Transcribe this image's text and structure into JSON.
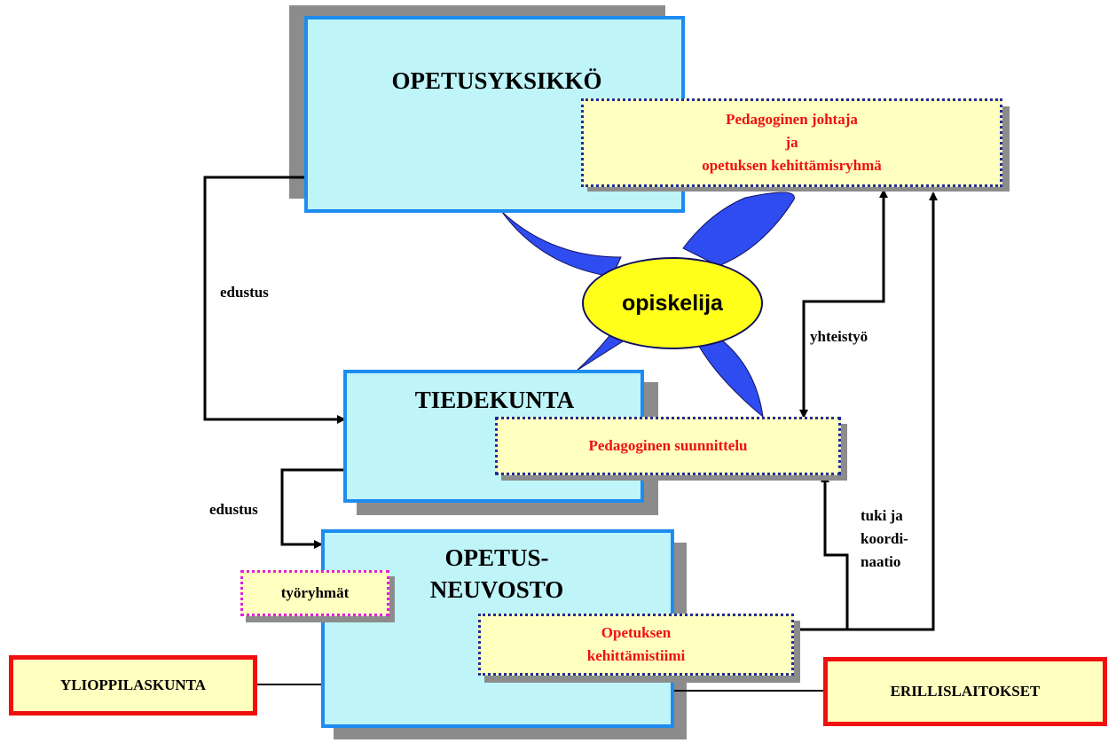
{
  "units": {
    "opetusyksikko": "OPETUSYKSIKKÖ",
    "tiedekunta": "TIEDEKUNTA",
    "opetusneuvosto_line1": "OPETUS-",
    "opetusneuvosto_line2": "NEUVOSTO"
  },
  "notes": {
    "pedagoginen_johtaja": [
      "Pedagoginen johtaja",
      "ja",
      "opetuksen kehittämisryhmä"
    ],
    "pedagoginen_suunnittelu": "Pedagoginen suunnittelu",
    "kehittamistiimi": [
      "Opetuksen",
      "kehittämistiimi"
    ],
    "tyoryhmat": "työryhmät"
  },
  "center": {
    "label": "opiskelija"
  },
  "external": {
    "ylioppilaskunta": "YLIOPPILASKUNTA",
    "erillislaitokset": "ERILLISLAITOKSET"
  },
  "connectors": {
    "edustus_top": "edustus",
    "edustus_bottom": "edustus",
    "yhteistyo": "yhteistyö",
    "tuki_line1": "tuki ja",
    "tuki_line2": "koordi-",
    "tuki_line3": "naatio"
  },
  "colors": {
    "box_fill": "#bff5f9",
    "box_border": "#1d8cf0",
    "note_fill": "#ffffc0",
    "note_text": "#f01010",
    "star_fill": "#2f4cf0",
    "center_fill": "#ffff1a",
    "shadow": "#8c8c8c",
    "red_border": "#f01010",
    "magenta_dots": "#e020e0"
  }
}
